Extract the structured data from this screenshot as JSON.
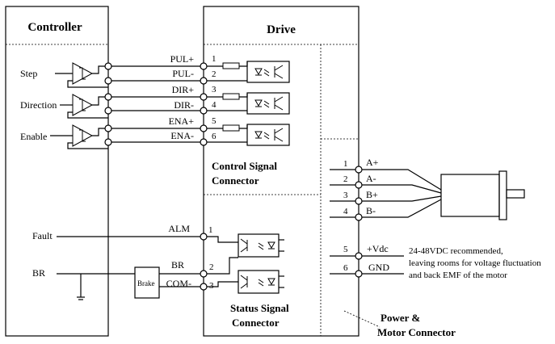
{
  "controller": {
    "title": "Controller",
    "signals": [
      "Step",
      "Direction",
      "Enable",
      "Fault",
      "BR"
    ]
  },
  "drive": {
    "title": "Drive",
    "control_pins": [
      {
        "name": "PUL+",
        "num": "1"
      },
      {
        "name": "PUL-",
        "num": "2"
      },
      {
        "name": "DIR+",
        "num": "3"
      },
      {
        "name": "DIR-",
        "num": "4"
      },
      {
        "name": "ENA+",
        "num": "5"
      },
      {
        "name": "ENA-",
        "num": "6"
      }
    ],
    "control_connector_label": [
      "Control Signal",
      "Connector"
    ],
    "status_pins": [
      {
        "name": "ALM",
        "num": "1"
      },
      {
        "name": "BR",
        "num": "2"
      },
      {
        "name": "COM-",
        "num": "3"
      }
    ],
    "status_connector_label": [
      "Status Signal",
      "Connector"
    ],
    "brake_label": "Brake",
    "power_pins": [
      {
        "num": "1",
        "name": "A+"
      },
      {
        "num": "2",
        "name": "A-"
      },
      {
        "num": "3",
        "name": "B+"
      },
      {
        "num": "4",
        "name": "B-"
      },
      {
        "num": "5",
        "name": "+Vdc"
      },
      {
        "num": "6",
        "name": "GND"
      }
    ],
    "power_connector_label": [
      "Power &",
      "Motor Connector"
    ],
    "power_note": [
      "24-48VDC recommended,",
      "leaving rooms for voltage fluctuation",
      "and back EMF of the motor"
    ]
  }
}
